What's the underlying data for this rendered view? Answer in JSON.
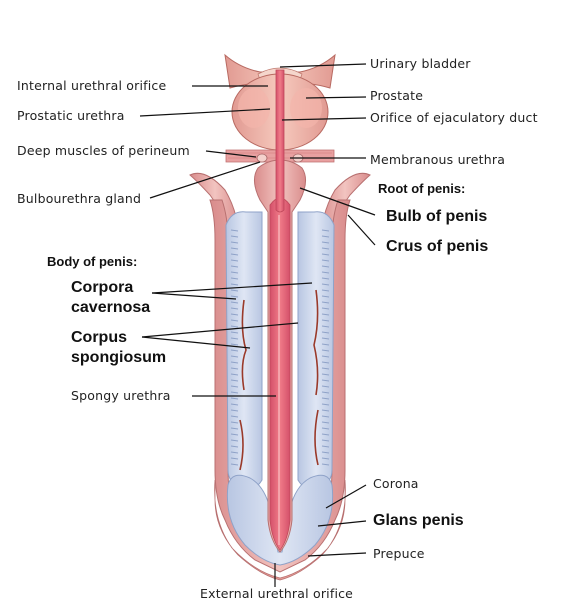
{
  "labels": {
    "urinary_bladder": "Urinary bladder",
    "internal_urethral_orifice": "Internal urethral orifice",
    "prostate": "Prostate",
    "prostatic_urethra": "Prostatic urethra",
    "orifice_ejaculatory_duct": "Orifice of ejaculatory duct",
    "deep_muscles_perineum": "Deep muscles of perineum",
    "membranous_urethra": "Membranous urethra",
    "bulbourethra_gland": "Bulbourethra gland",
    "root_of_penis": "Root of penis:",
    "bulb_of_penis": "Bulb of penis",
    "crus_of_penis": "Crus of penis",
    "body_of_penis": "Body of penis:",
    "corpora_cavernosa_1": "Corpora",
    "corpora_cavernosa_2": "cavernosa",
    "corpus_spongiosum_1": "Corpus",
    "corpus_spongiosum_2": "spongiosum",
    "spongy_urethra": "Spongy urethra",
    "corona": "Corona",
    "glans_penis": "Glans penis",
    "prepuce": "Prepuce",
    "external_urethral_orifice": "External urethral orifice"
  },
  "colors": {
    "tissue_pink": "#e8a3a3",
    "urethra_red": "#e06070",
    "cavernosa_blue": "#c9d4ea",
    "vessel_dark": "#9a3a2a",
    "leader_line": "#111111"
  }
}
